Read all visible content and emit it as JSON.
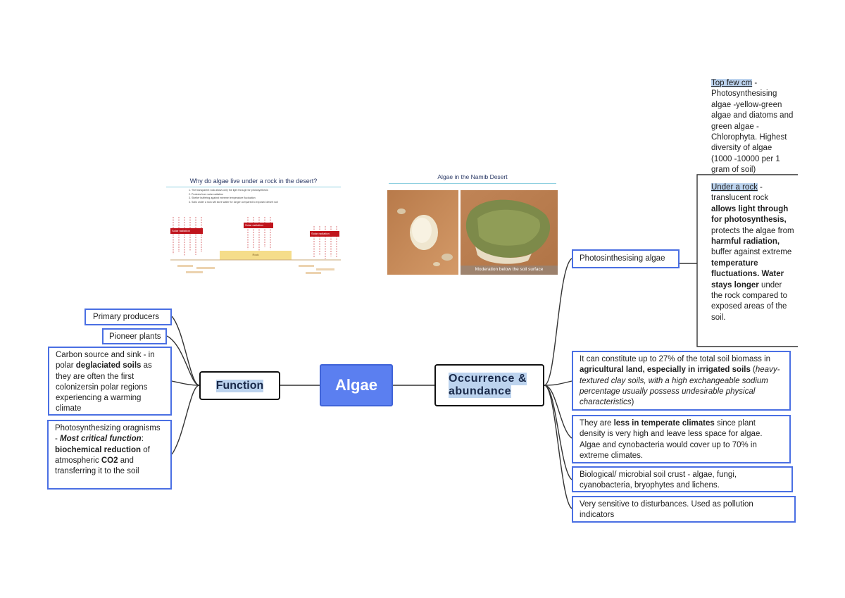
{
  "central": {
    "label": "Algae"
  },
  "function": {
    "label": "Function",
    "children": {
      "primary_producers": "Primary producers",
      "pioneer_plants": "Pioneer plants",
      "carbon": {
        "p1": "Carbon source and sink - in polar ",
        "b1": "deglaciated soils",
        "p2": " as they are often the first colonizersin polar regions experiencing a warming climate"
      },
      "photosynth": {
        "p1": "Photosynthesizing oragnisms - ",
        "bi1": "Most critical function",
        "p2": ": ",
        "b1": "biochemical reduction",
        "p3": " of atmospheric ",
        "b2": "CO2",
        "p4": " and transferring it to the soil"
      }
    }
  },
  "occurrence": {
    "label_line1": "Occurrence &",
    "label_line2": "abundance",
    "photosinthesising": "Photosinthesising algae",
    "top_few": {
      "head": "Top few cm",
      "rest": " - Photosynthesising algae -yellow-green algae and diatoms and green algae - Chlorophyta. Highest diversity of algae (1000 -10000 per 1 gram of soil)"
    },
    "under_rock": {
      "head": "Under a rock",
      "p1": " - translucent rock ",
      "b1": "allows light through for photosynthesis,",
      "p2": " protects the algae from ",
      "b2": "harmful radiation,",
      "p3": " buffer against extreme ",
      "b3": "temperature fluctuations. Water stays longer",
      "p4": " under the rock compared to exposed areas of the soil."
    },
    "soil_biomass": {
      "p1": "It can constitute up to 27% of the total soil biomass in ",
      "b1": "agricultural land, especially in irrigated soils",
      "p2": " (",
      "i1": "heavy-textured clay soils, with a high exchangeable sodium percentage usually possess undesirable physical characteristics",
      "p3": ")"
    },
    "temperate": {
      "p1": "They are ",
      "b1": "less in temperate climates",
      "p2": " since plant density is very high and leave less space for algae. Algae and cynobacteria would cover up to 70% in extreme climates."
    },
    "crust": "Biological/ microbial soil crust - algae, fungi, cyanobacteria, bryophytes and lichens.",
    "sensitive": "Very sensitive to disturbances. Used as pollution indicators"
  },
  "slide1": {
    "title": "Why do algae live under a rock in the desert?",
    "bullets": [
      "The transparent rock allows only the light through for photosynthesis",
      "Protects from solar radiation",
      "Shelter buffering against extreme temperature fluctuation",
      "Soils under a rock will store water for longer compared to exposed desert soil"
    ],
    "label_left": "Solar radiation",
    "label_mid": "Solar radiation",
    "label_right": "Solar radiation",
    "rock_label": "Rock"
  },
  "slide2": {
    "title": "Algae in the Namib Desert",
    "caption": "Moderation below the soil surface"
  },
  "colors": {
    "central": "#5b7ff0",
    "box_border": "#4a6fe3",
    "highlight": "#bcd3ee",
    "solar_red": "#c0141c",
    "rock_yellow": "#f5dd8a"
  }
}
